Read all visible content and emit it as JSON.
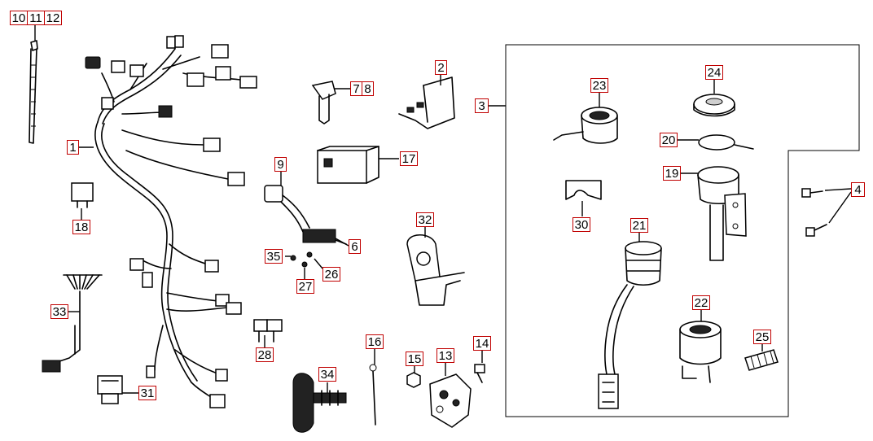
{
  "callouts": {
    "c1": "1",
    "c2": "2",
    "c3": "3",
    "c4": "4",
    "c6": "6",
    "c7": "7",
    "c8": "8",
    "c9": "9",
    "c10": "10",
    "c11": "11",
    "c12": "12",
    "c13": "13",
    "c14": "14",
    "c15": "15",
    "c16": "16",
    "c17": "17",
    "c18": "18",
    "c19": "19",
    "c20": "20",
    "c21": "21",
    "c22": "22",
    "c23": "23",
    "c24": "24",
    "c25": "25",
    "c26": "26",
    "c27": "27",
    "c28": "28",
    "c30": "30",
    "c31": "31",
    "c32": "32",
    "c33": "33",
    "c34": "34",
    "c35": "35"
  }
}
